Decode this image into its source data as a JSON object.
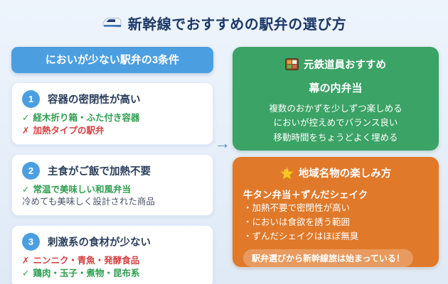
{
  "title": {
    "icon": "shinkansen-train",
    "text": "新幹線でおすすめの駅弁の選び方"
  },
  "left_column": {
    "header": "においが少ない駅弁の3条件",
    "cards": [
      {
        "number": "1",
        "title": "容器の密閉性が高い",
        "lines": [
          {
            "mark": "✓",
            "status": "good",
            "text": "経木折り箱・ふた付き容器"
          },
          {
            "mark": "✗",
            "status": "bad",
            "text": "加熱タイプの駅弁"
          }
        ]
      },
      {
        "number": "2",
        "title": "主食がご飯で加熱不要",
        "lines": [
          {
            "mark": "✓",
            "status": "good",
            "text": "常温で美味しい和風弁当"
          },
          {
            "mark": "",
            "status": "neutral",
            "text": "冷めても美味しく設計された商品"
          }
        ]
      },
      {
        "number": "3",
        "title": "刺激系の食材が少ない",
        "lines": [
          {
            "mark": "✗",
            "status": "bad",
            "text": "ニンニク・青魚・発酵食品"
          },
          {
            "mark": "✓",
            "status": "good",
            "text": "鶏肉・玉子・煮物・昆布系"
          }
        ]
      }
    ]
  },
  "flow_arrow": "→",
  "recommend_card": {
    "icon": "bento-box",
    "header": "元鉄道員おすすめ",
    "subtitle": "幕の内弁当",
    "lines": [
      "複数のおかずを少しずつ楽しめる",
      "においが控えめでバランス良い",
      "移動時間をちょうどよく埋める"
    ]
  },
  "local_specialty_card": {
    "icon": "glowing-star",
    "header": "地域名物の楽しみ方",
    "highlight": "牛タン弁当＋ずんだシェイク",
    "bullets": [
      "・加熱不要で密閉性が高い",
      "・においは食欲を誘う範囲",
      "・ずんだシェイクはほぼ無臭"
    ],
    "badge": "駅弁選びから新幹線旅は始まっている！"
  },
  "colors": {
    "background": "#e8f1fa",
    "title_text": "#1c3767",
    "primary_blue": "#4b9fe1",
    "good_green": "#2f9e50",
    "bad_red": "#d64343",
    "neutral_gray": "#4a5568",
    "green_panel": "#3aa365",
    "orange_panel": "#e0792a",
    "arrow_blue": "#4a86c8"
  }
}
